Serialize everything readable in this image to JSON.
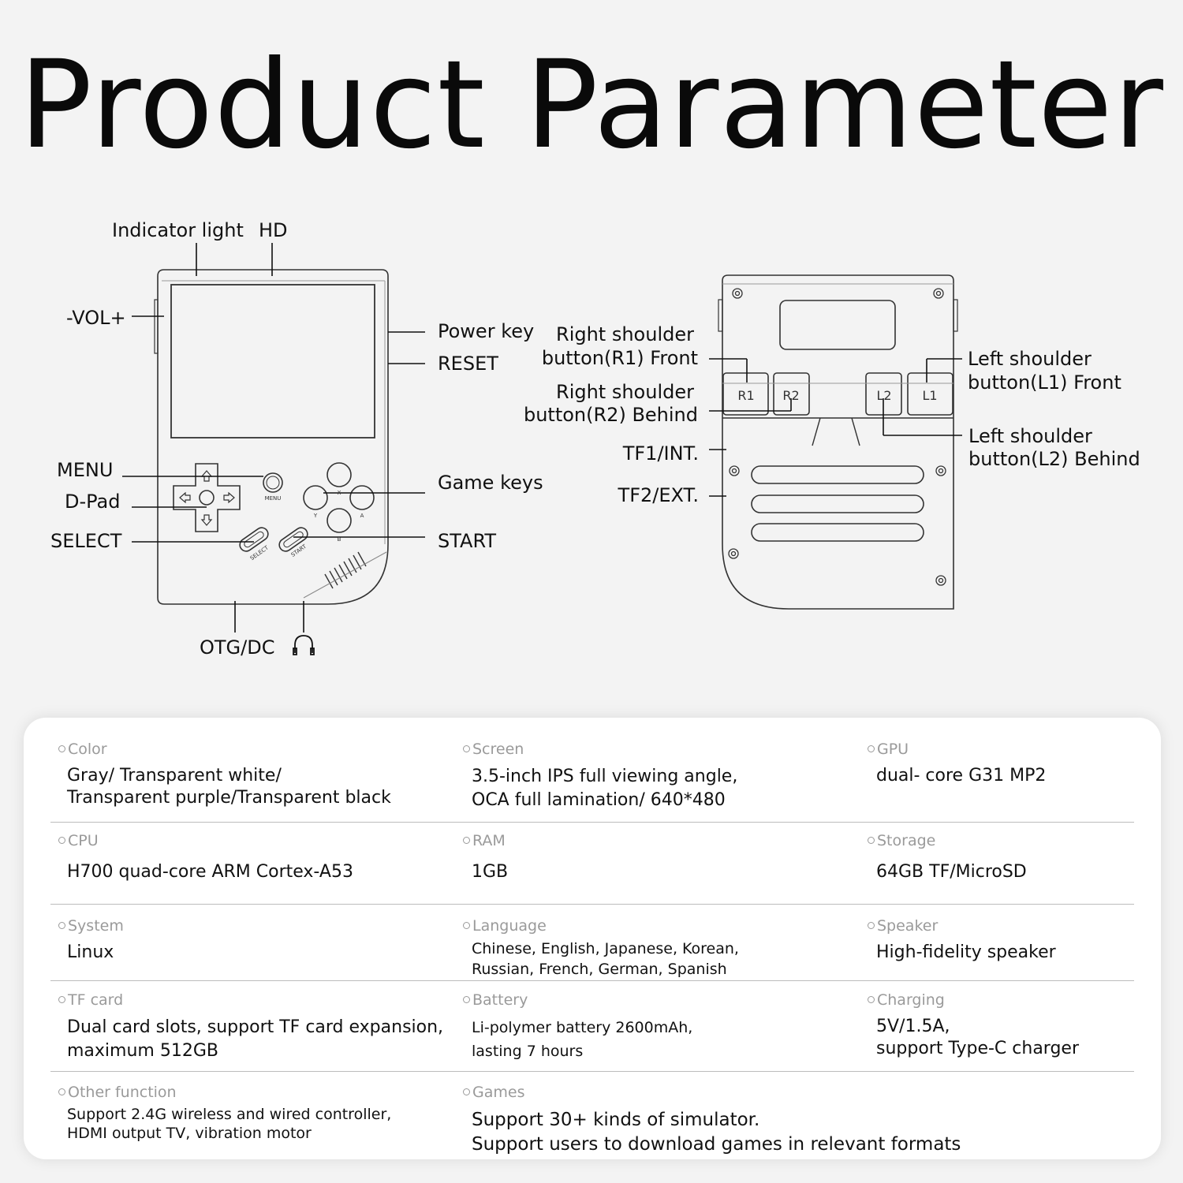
{
  "title": "Product Parameter",
  "front_labels": {
    "indicator": "Indicator light",
    "hd": "HD",
    "vol": "-VOL+",
    "power": "Power key",
    "reset": "RESET",
    "menu": "MENU",
    "dpad": "D-Pad",
    "select": "SELECT",
    "game_keys": "Game keys",
    "start": "START",
    "otg": "OTG/DC"
  },
  "device_text": {
    "menu": "MENU",
    "select": "SELECT",
    "start": "START",
    "x": "X",
    "y": "Y",
    "a": "A",
    "b": "B",
    "r1": "R1",
    "r2": "R2",
    "l1": "L1",
    "l2": "L2"
  },
  "back_labels": {
    "r1_front_1": "Right shoulder",
    "r1_front_2": "button(R1) Front",
    "r2_behind_1": "Right shoulder",
    "r2_behind_2": "button(R2) Behind",
    "l1_front_1": "Left shoulder",
    "l1_front_2": "button(L1) Front",
    "l2_behind_1": "Left shoulder",
    "l2_behind_2": "button(L2) Behind",
    "tf1": "TF1/INT.",
    "tf2": "TF2/EXT."
  },
  "specs": [
    {
      "key": "Color",
      "value": "Gray/ Transparent white/\nTransparent purple/Transparent black"
    },
    {
      "key": "Screen",
      "value": "3.5-inch IPS full viewing angle,\nOCA full lamination/ 640*480"
    },
    {
      "key": "GPU",
      "value": "dual- core G31 MP2"
    },
    {
      "key": "CPU",
      "value": "H700 quad-core ARM Cortex-A53"
    },
    {
      "key": "RAM",
      "value": "1GB"
    },
    {
      "key": "Storage",
      "value": "64GB TF/MicroSD"
    },
    {
      "key": "System",
      "value": "Linux"
    },
    {
      "key": "Language",
      "value": "Chinese, English, Japanese, Korean,\nRussian, French, German, Spanish"
    },
    {
      "key": "Speaker",
      "value": "High-fidelity speaker"
    },
    {
      "key": "TF card",
      "value": "Dual card slots, support TF card expansion,\nmaximum 512GB"
    },
    {
      "key": "Battery",
      "value": "Li-polymer battery 2600mAh,\nlasting 7 hours"
    },
    {
      "key": "Charging",
      "value": "5V/1.5A,\nsupport Type-C charger"
    },
    {
      "key": "Other function",
      "value": "Support 2.4G wireless and wired controller,\nHDMI output TV, vibration motor"
    },
    {
      "key": "Games",
      "value": "Support 30+ kinds of simulator.\nSupport users to download games in relevant formats"
    }
  ]
}
